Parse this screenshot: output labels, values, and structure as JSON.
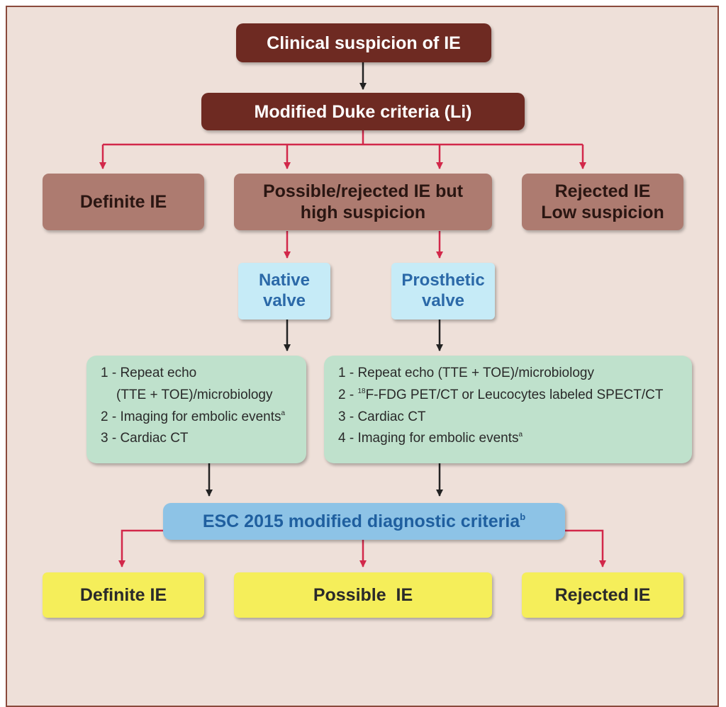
{
  "colors": {
    "background": "#eee0d9",
    "border": "#8a4a3c",
    "dark_box": "#6e2a22",
    "mid_box": "#ad7b70",
    "valve_box": "#c6ebf7",
    "steps_box": "#bfe1cc",
    "esc_box": "#8dc3e6",
    "outcome_box": "#f5ee5a",
    "red_arrow": "#d2284a",
    "black_arrow": "#222222"
  },
  "nodes": {
    "clinical": "Clinical suspicion of IE",
    "duke": "Modified Duke criteria (Li)",
    "definite_1": "Definite IE",
    "possible_high_line1": "Possible/rejected IE but",
    "possible_high_line2": "high suspicion",
    "rejected_low_line1": "Rejected IE",
    "rejected_low_line2": "Low suspicion",
    "native_line1": "Native",
    "native_line2": "valve",
    "prosthetic_line1": "Prosthetic",
    "prosthetic_line2": "valve",
    "esc_text": "ESC 2015 modified diagnostic criteria",
    "esc_sup": "b",
    "definite_2": "Definite IE",
    "possible_2": "Possible  IE",
    "rejected_2": "Rejected IE"
  },
  "native_steps": {
    "s1a": "1 - Repeat echo",
    "s1b": "(TTE + TOE)/microbiology",
    "s2": "2 - Imaging for embolic events",
    "s2_sup": "a",
    "s3": "3 - Cardiac CT"
  },
  "prosthetic_steps": {
    "s1": "1 - Repeat echo (TTE + TOE)/microbiology",
    "s2_pre": "2 - ",
    "s2_sup": "18",
    "s2_post": "F-FDG PET/CT or Leucocytes labeled SPECT/CT",
    "s3": "3 - Cardiac CT",
    "s4": "4 - Imaging for embolic events",
    "s4_sup": "a"
  },
  "edges": [
    {
      "from": "clinical",
      "to": "duke",
      "style": "black"
    },
    {
      "from": "duke",
      "to": "definite_1",
      "style": "red"
    },
    {
      "from": "duke",
      "to": "possible_high",
      "style": "red"
    },
    {
      "from": "duke",
      "to": "rejected_low",
      "style": "red"
    },
    {
      "from": "possible_high",
      "to": "native",
      "style": "red"
    },
    {
      "from": "possible_high",
      "to": "prosthetic",
      "style": "red"
    },
    {
      "from": "native",
      "to": "native_steps",
      "style": "black"
    },
    {
      "from": "prosthetic",
      "to": "prosthetic_steps",
      "style": "black"
    },
    {
      "from": "native_steps",
      "to": "esc",
      "style": "black"
    },
    {
      "from": "prosthetic_steps",
      "to": "esc",
      "style": "black"
    },
    {
      "from": "esc",
      "to": "definite_2",
      "style": "red"
    },
    {
      "from": "esc",
      "to": "possible_2",
      "style": "red"
    },
    {
      "from": "esc",
      "to": "rejected_2",
      "style": "red"
    }
  ]
}
